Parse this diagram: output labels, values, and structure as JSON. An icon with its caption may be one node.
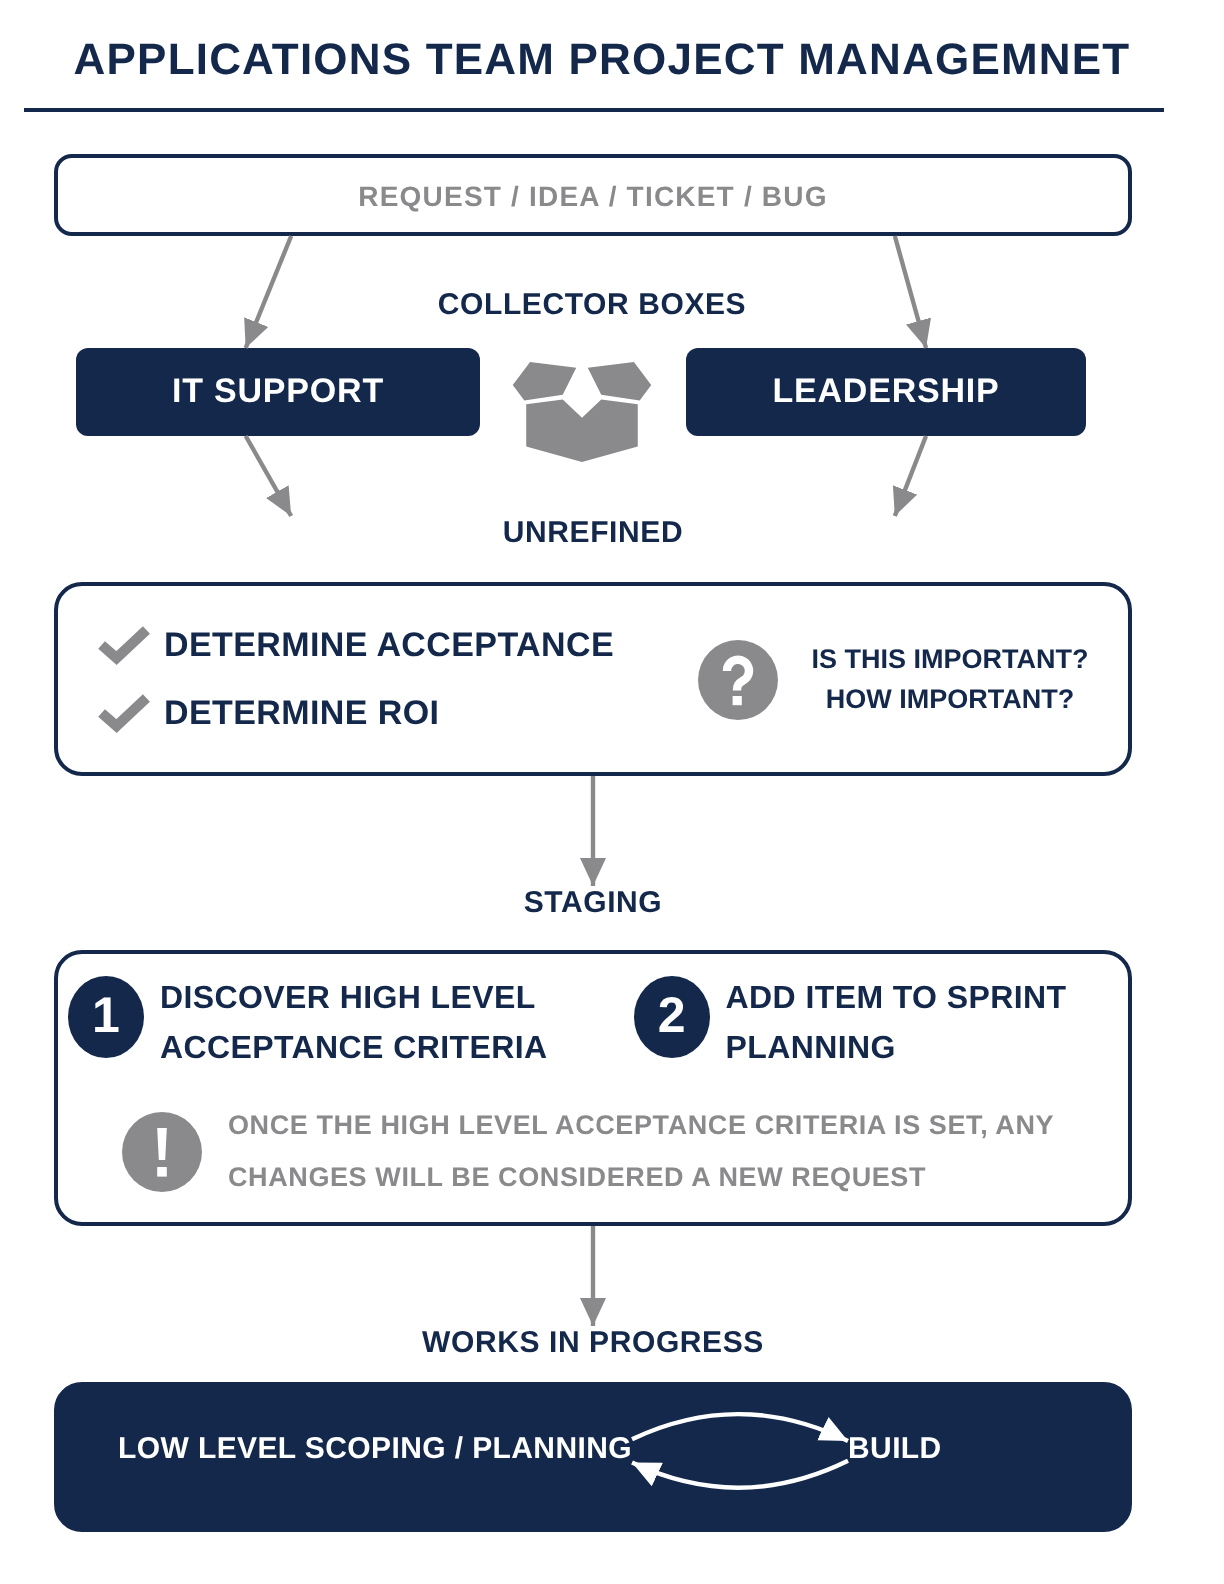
{
  "diagram": {
    "title": "APPLICATIONS TEAM PROJECT MANAGEMNET",
    "nodes": [
      {
        "text": [
          "REQUEST / IDEA / TICKET / BUG"
        ]
      },
      {
        "text": [
          "IT SUPPORT"
        ]
      },
      {
        "text": [
          "LEADERSHIP"
        ]
      },
      {
        "text": [
          "UNREFINED",
          "DETERMINE ACCEPTANCE",
          "DETERMINE ROI",
          "IS THIS IMPORTANT? HOW IMPORTANT?"
        ]
      },
      {
        "text": [
          "STAGING",
          "1",
          "DISCOVER HIGH LEVEL ACCEPTANCE CRITERIA",
          "2",
          "ADD ITEM TO SPRINT PLANNING",
          "ONCE THE HIGH LEVEL ACCEPTANCE CRITERIA IS SET, ANY CHANGES WILL BE CONSIDERED A NEW REQUEST"
        ]
      },
      {
        "text": [
          "WORKS IN PROGRESS"
        ]
      },
      {
        "text": [
          "LOW LEVEL SCOPING / PLANNING"
        ],
        "in": 5
      },
      {
        "text": [
          "BUILD"
        ],
        "in": 5
      }
    ],
    "edges": [
      {
        "from": 0,
        "to": 1,
        "arrow": "to"
      },
      {
        "from": 0,
        "to": 2,
        "arrow": "to"
      },
      {
        "from": 1,
        "to": 3,
        "arrow": "to"
      },
      {
        "from": 2,
        "to": 3,
        "arrow": "to"
      },
      {
        "from": 3,
        "to": 4,
        "arrow": "to"
      },
      {
        "from": 4,
        "to": 5,
        "arrow": "to"
      },
      {
        "from": 6,
        "to": 7,
        "arrow": "to",
        "color": "#ffffff"
      },
      {
        "from": 7,
        "to": 6,
        "arrow": "to",
        "color": "#ffffff"
      }
    ],
    "labels": [
      "COLLECTOR BOXES"
    ]
  }
}
